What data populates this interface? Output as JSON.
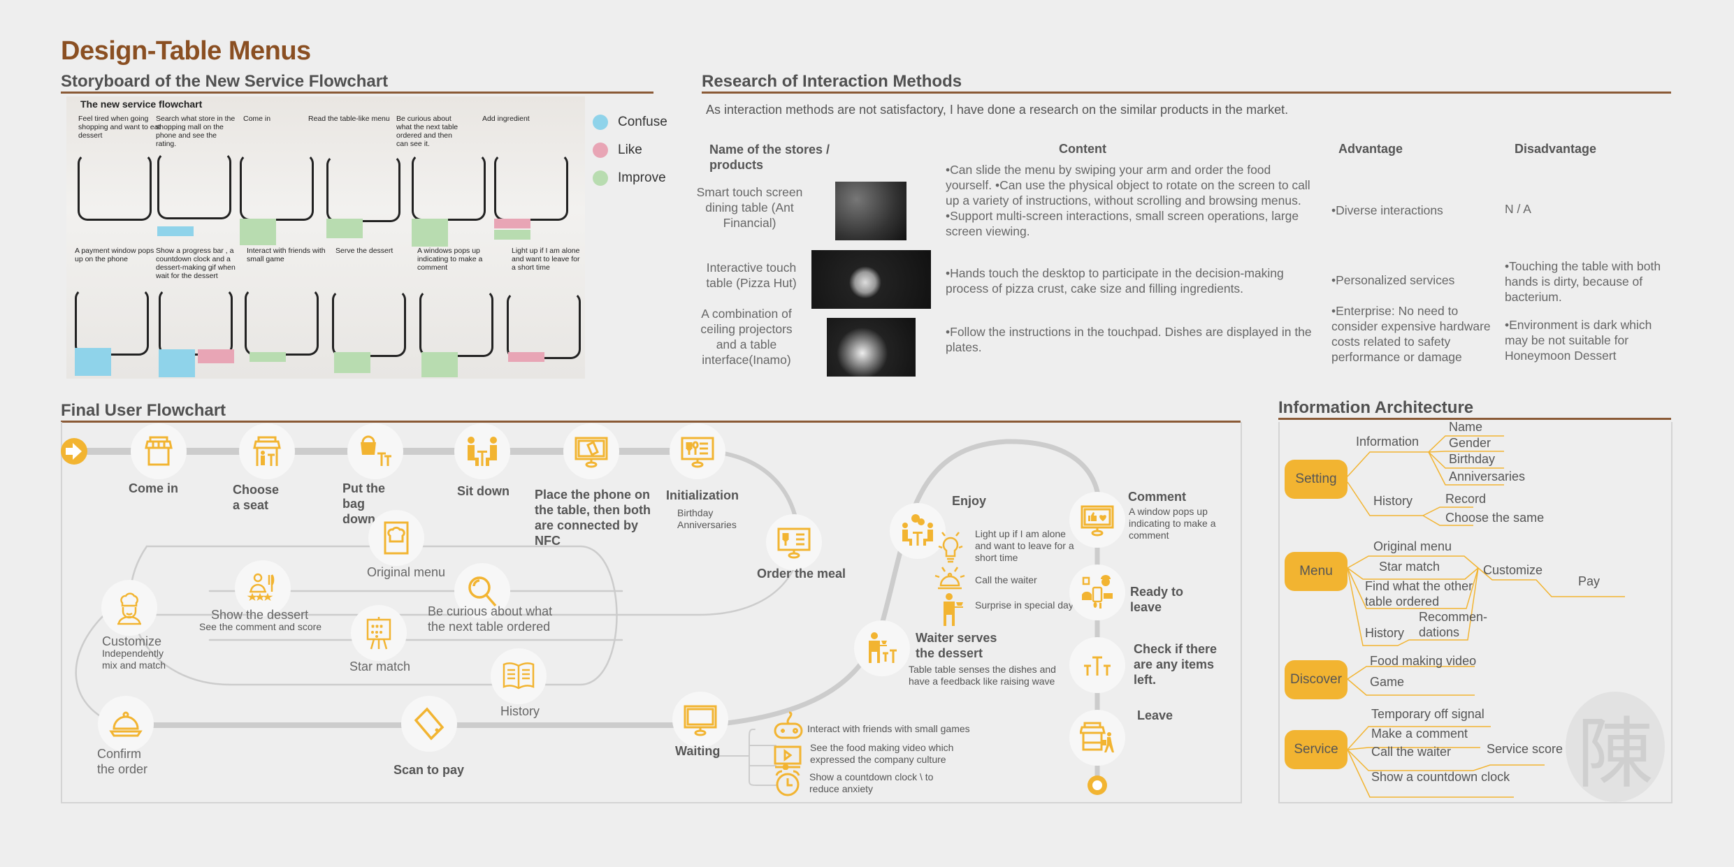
{
  "page_title": "Design-Table Menus",
  "storyboard": {
    "title": "Storyboard of the New Service Flowchart",
    "photo_heading": "The new service flowchart",
    "captions_row1": [
      "Feel tired when going shopping and want to eat dessert",
      "Search what store in the shopping mall on the phone and see the rating.",
      "Come in",
      "Read the table-like menu",
      "Be curious about what the next table ordered and then can see it.",
      "Add ingredient"
    ],
    "captions_row2": [
      "A payment window pops up on the phone",
      "Show a progress bar , a countdown clock and a dessert-making gif when wait for the dessert",
      "Interact with friends with small game",
      "Serve the dessert",
      "A windows pops up indicating to make a comment",
      "Light up if I am alone and want to leave for a short time"
    ],
    "legend": [
      {
        "label": "Confuse",
        "color": "#8fd3ea"
      },
      {
        "label": "Like",
        "color": "#e8a5b5"
      },
      {
        "label": "Improve",
        "color": "#b8dcb0"
      }
    ]
  },
  "research": {
    "title": "Research of Interaction Methods",
    "intro": "As interaction methods are not satisfactory, I have done a research on  the similar products in the market.",
    "headers": {
      "name": "Name of the stores / products",
      "content": "Content",
      "advantage": "Advantage",
      "disadvantage": "Disadvantage"
    },
    "rows": [
      {
        "name": "Smart touch screen dining table (Ant Financial)",
        "content": "•Can slide the menu by swiping your arm and order the food yourself. •Can use the physical object to rotate on the screen to call up a variety of instructions, without scrolling and browsing menus. •Support multi-screen interactions, small screen operations, large screen viewing.",
        "advantage": "•Diverse interactions",
        "disadvantage": "N / A"
      },
      {
        "name": "Interactive touch table (Pizza Hut)",
        "content": "•Hands touch the desktop to participate in the decision-making process of pizza crust, cake size and filling ingredients.",
        "advantage": "•Personalized services",
        "disadvantage": "•Touching the table with both hands is dirty, because of bacterium."
      },
      {
        "name": "A combination of ceiling projectors and a table interface(Inamo)",
        "content": "•Follow the instructions in the touchpad. Dishes are displayed in the plates.",
        "advantage": "•Enterprise: No need to consider expensive hardware costs related to safety performance or damage",
        "disadvantage": "•Environment is dark which may be not suitable for Honeymoon Dessert"
      }
    ]
  },
  "flowchart": {
    "title": "Final User Flowchart",
    "accent": "#f2b431",
    "steps": {
      "come_in": "Come in",
      "choose_seat": "Choose a seat",
      "bag_down": "Put the bag down",
      "sit_down": "Sit down",
      "place_phone": "Place the phone on the table, then both are connected by NFC",
      "initialization": "Initialization",
      "init_sub": "Birthday Anniversaries",
      "order_meal": "Order the meal",
      "original_menu": "Original menu",
      "show_dessert": "Show the dessert",
      "show_dessert_sub": "See the comment and score",
      "curious": "Be curious about what the next table ordered",
      "customize": "Customize",
      "customize_sub": "Independently mix and match",
      "star_match": "Star match",
      "history": "History",
      "confirm": "Confirm the order",
      "scan_pay": "Scan to pay",
      "waiting": "Waiting",
      "waiting_items": [
        "Interact with friends with small games",
        "See the food making video which expressed the company culture",
        "Show a countdown clock \\ to reduce anxiety"
      ],
      "waiter_serves": "Waiter serves the dessert",
      "waiter_sub": "Table  table senses the dishes  and have a feedback like raising wave",
      "enjoy": "Enjoy",
      "enjoy_items": [
        "Light up if I am alone and want to leave for a short time",
        "Call the waiter",
        "Surprise in special days"
      ],
      "comment": "Comment",
      "comment_sub": "A window pops up indicating to make a comment",
      "ready_leave": "Ready to leave",
      "check_items": "Check if there are any items left.",
      "leave": "Leave"
    }
  },
  "info_arch": {
    "title": "Information Architecture",
    "setting": {
      "label": "Setting",
      "information": "Information",
      "info_items": [
        "Name",
        "Gender",
        "Birthday",
        "Anniversaries"
      ],
      "history": "History",
      "history_items": [
        "Record",
        "Choose the same"
      ]
    },
    "menu": {
      "label": "Menu",
      "items": [
        "Original menu",
        "Star match",
        "Find what the other table ordered",
        "History"
      ],
      "recommendations": "Recommen-dations",
      "customize": "Customize",
      "pay": "Pay"
    },
    "discover": {
      "label": "Discover",
      "items": [
        "Food making video",
        "Game"
      ]
    },
    "service": {
      "label": "Service",
      "items": [
        "Temporary off signal",
        "Make a comment",
        "Call the waiter",
        "Show a countdown clock"
      ],
      "service_score": "Service score"
    },
    "seal_char": "陳"
  }
}
